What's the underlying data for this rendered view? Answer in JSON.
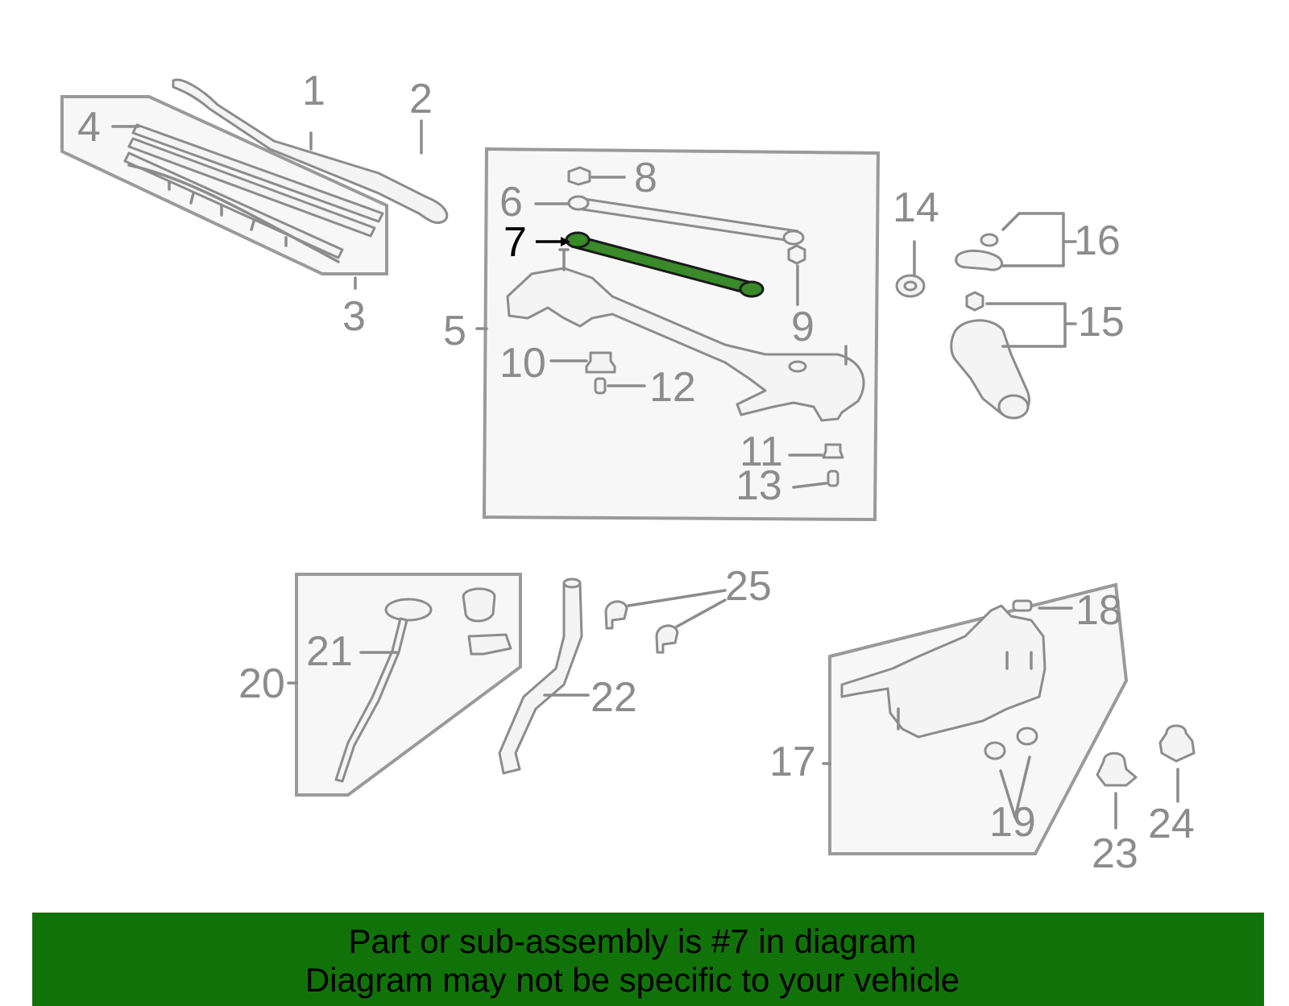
{
  "callouts": [
    "1",
    "2",
    "3",
    "4",
    "5",
    "6",
    "7",
    "8",
    "9",
    "10",
    "11",
    "12",
    "13",
    "14",
    "15",
    "16",
    "17",
    "18",
    "19",
    "20",
    "21",
    "22",
    "23",
    "24",
    "25"
  ],
  "selected_part": "7",
  "colors": {
    "highlight": "#3a8a2a",
    "footer_bg": "#12720a",
    "line_gray": "#8c8c8c"
  },
  "footer": {
    "line1": "Part or sub-assembly is #7 in diagram",
    "line2": "Diagram may not be specific to your vehicle"
  }
}
